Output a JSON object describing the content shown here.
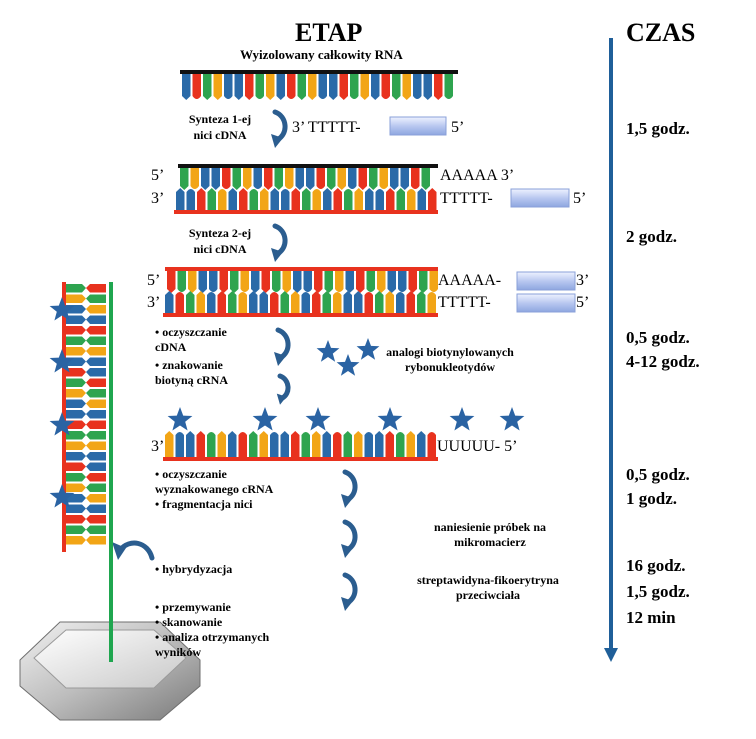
{
  "header": {
    "stage_title": "ETAP",
    "time_title": "CZAS",
    "subtitle": "Wyizolowany całkowity RNA"
  },
  "steps": {
    "step1": [
      "Synteza 1-ej",
      "nici cDNA"
    ],
    "step2": [
      "Synteza 2-ej",
      "nici cDNA"
    ],
    "block3": [
      "• oczyszczanie",
      "cDNA",
      "• znakowanie",
      "biotyną cRNA"
    ],
    "block4": [
      "• oczyszczanie",
      "wyznakowanego cRNA",
      "• fragmentacja nici"
    ],
    "hyb": "• hybrydyzacja",
    "block5": [
      "• przemywanie",
      "• skanowanie",
      "• analiza otrzymanych",
      "wyników"
    ]
  },
  "sequences": {
    "s1_right": "3’ TTTTT-",
    "s1_end": "5’",
    "s2_top_left": "5’",
    "s2_top_right": "AAAAA 3’",
    "s2_bot_left": "3’",
    "s2_bot_right": "TTTTT-",
    "s2_bot_end": "5’",
    "s3_top_left": "5’",
    "s3_top_right": "AAAAA-",
    "s3_top_end": "3’",
    "s3_bot_left": "3’",
    "s3_bot_right": "TTTTT-",
    "s3_bot_end": "5’",
    "s4_left": "3’",
    "s4_right": "UUUUU- 5’"
  },
  "notes": {
    "biotin": [
      "analogi biotynylowanych",
      "rybonukleotydów"
    ],
    "apply": [
      "naniesienie próbek na",
      "mikromacierz"
    ],
    "strept": [
      "streptawidyna-fikoerytryna",
      "przeciwciała"
    ]
  },
  "times": {
    "t1": "1,5 godz.",
    "t2": "2 godz.",
    "t3": "0,5 godz.",
    "t4": "4-12 godz.",
    "t5": "0,5 godz.",
    "t6": "1 godz.",
    "t7": "16 godz.",
    "t8": "1,5 godz.",
    "t9": "12 min"
  },
  "colors": {
    "blue": "#2a6aa8",
    "red": "#e8321e",
    "green": "#2ea44f",
    "yellow": "#f2a516",
    "arrow": "#2b5d8f",
    "bar": "#1f5f99"
  }
}
